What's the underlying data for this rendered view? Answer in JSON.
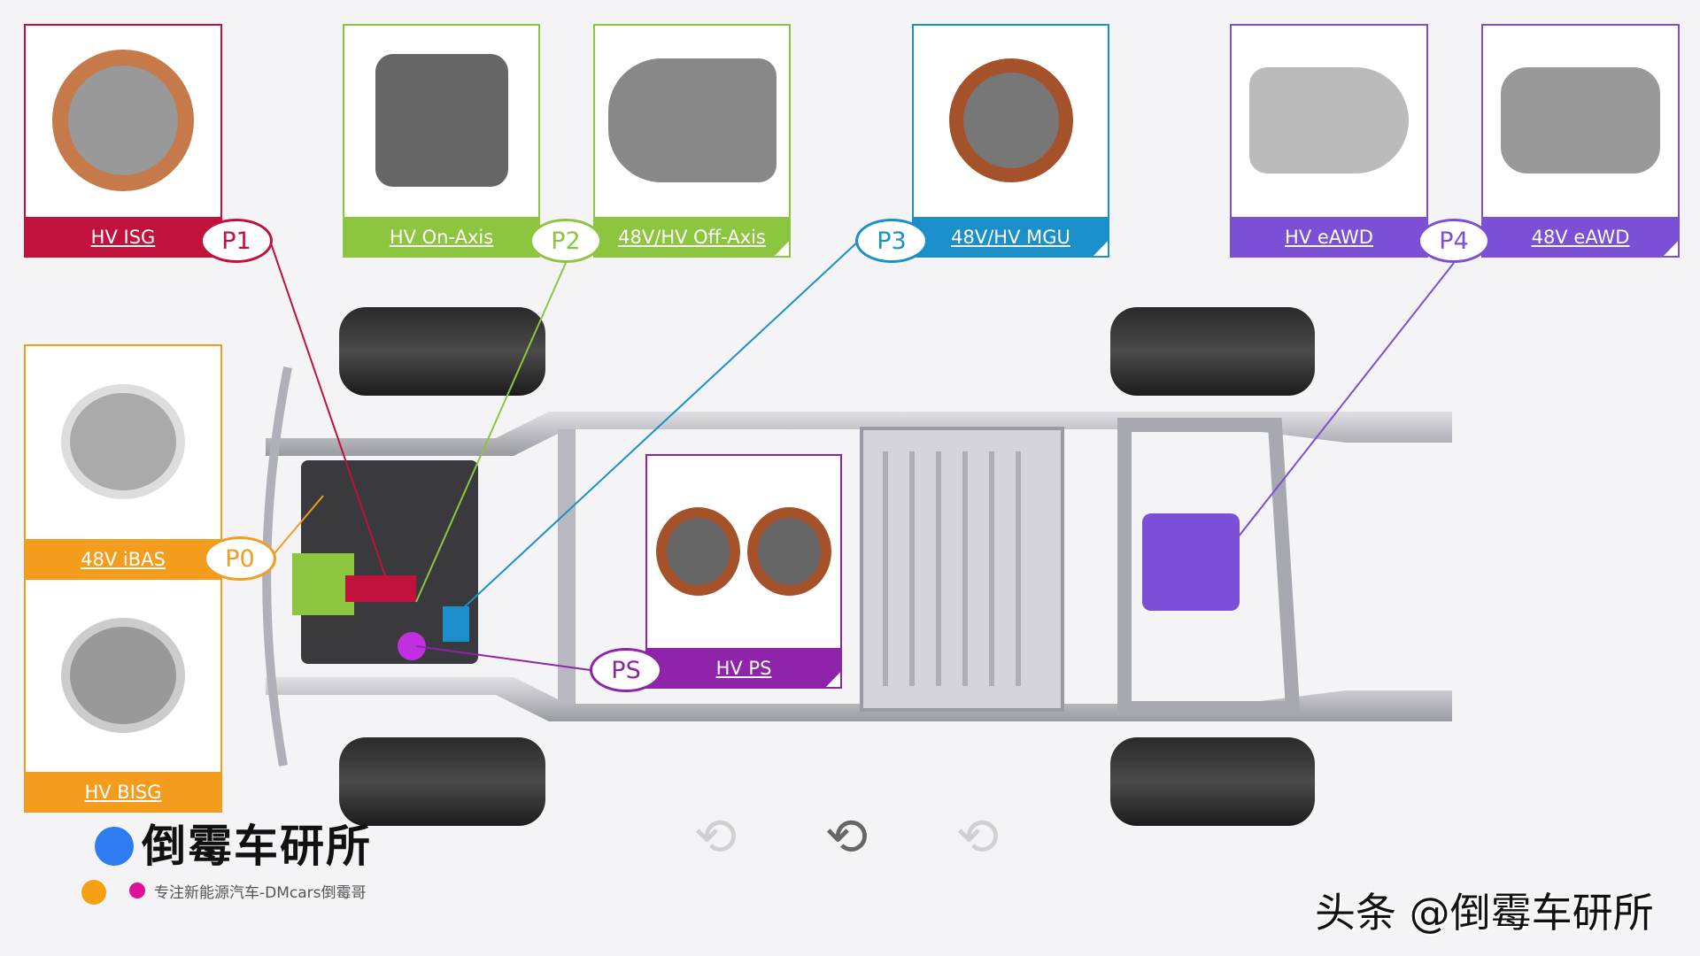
{
  "colors": {
    "p1": "#c0123c",
    "p2": "#8cc63f",
    "p3": "#1a8fc9",
    "p4": "#7b4fd6",
    "p0": "#f39c1e",
    "ps": "#8e24aa"
  },
  "cards": [
    {
      "label": "HV ISG",
      "icon": "ring-motor-icon"
    },
    {
      "label": "HV On-Axis",
      "icon": "gearbox-icon"
    },
    {
      "label": "48V/HV Off-Axis",
      "icon": "transmission-icon"
    },
    {
      "label": "48V/HV MGU",
      "icon": "motor-generator-icon"
    },
    {
      "label": "HV eAWD",
      "icon": "e-axle-icon"
    },
    {
      "label": "48V eAWD",
      "icon": "e-axle-icon"
    },
    {
      "label": "48V iBAS",
      "icon": "alternator-icon"
    },
    {
      "label": "HV BISG",
      "icon": "alternator-icon"
    },
    {
      "label": "HV PS",
      "icon": "twin-motor-icon"
    }
  ],
  "positions": {
    "p0": "P0",
    "p1": "P1",
    "p2": "P2",
    "p3": "P3",
    "p4": "P4",
    "ps": "PS"
  },
  "watermark": {
    "title": "倒霉车研所",
    "subtitle": "专注新能源汽车-DMcars倒霉哥"
  },
  "modes": [
    {
      "icon": "car-ev-mode-icon"
    },
    {
      "icon": "car-hybrid-mode-icon"
    },
    {
      "icon": "car-charge-mode-icon"
    }
  ],
  "credit": "头条 @倒霉车研所"
}
